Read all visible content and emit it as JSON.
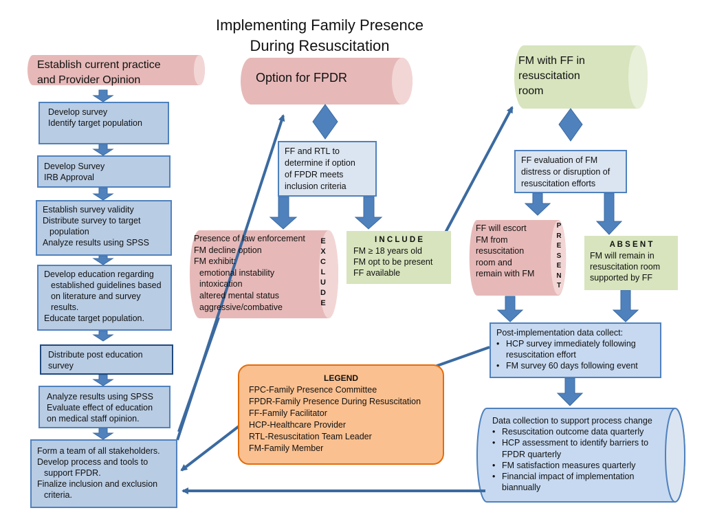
{
  "title": {
    "line1": "Implementing Family Presence",
    "line2": "During Resuscitation"
  },
  "left_flow": {
    "header": {
      "line1": "Establish current practice",
      "line2": "and Provider Opinion"
    },
    "step1": [
      "Develop survey",
      "Identify target population"
    ],
    "step2": [
      "Develop Survey",
      "IRB Approval"
    ],
    "step3": [
      "Establish survey validity",
      "Distribute survey to target",
      "population",
      "Analyze results using SPSS"
    ],
    "step4": [
      "Develop education regarding",
      "established guidelines based",
      "on literature and survey",
      "results.",
      "Educate target population."
    ],
    "step5": [
      "Distribute post education",
      "survey"
    ],
    "step6": [
      "Analyze results using SPSS",
      "Evaluate effect of education",
      "on medical staff opinion."
    ],
    "step7": [
      "Form a team of all stakeholders.",
      "Develop  process and tools to",
      "support FPDR.",
      "Finalize inclusion and  exclusion",
      "criteria."
    ]
  },
  "option": {
    "label": "Option for FPDR"
  },
  "determine": [
    "FF and RTL to",
    "determine if option",
    "of FPDR meets",
    "inclusion criteria"
  ],
  "exclude": {
    "lines": [
      "Presence of law enforcement",
      "FM decline option",
      "FM exhibit:",
      "emotional instability",
      "intoxication",
      "altered mental status",
      "aggressive/combative"
    ],
    "letters": [
      "E",
      "X",
      "C",
      "L",
      "U",
      "D",
      "E"
    ]
  },
  "include": {
    "heading": "I N C L U D E",
    "lines": [
      "FM ≥ 18 years old",
      "FM opt to be present",
      "FF available"
    ]
  },
  "ff_room": {
    "lines": [
      "FM with FF  in",
      "resuscitation",
      "room"
    ]
  },
  "evaluation": [
    "FF evaluation of FM",
    "distress  or disruption of",
    "resuscitation efforts"
  ],
  "present": {
    "lines": [
      "FF will escort",
      "FM from",
      "resuscitation",
      "room and",
      "remain with FM"
    ],
    "letters": [
      "P",
      "R",
      "E",
      "S",
      "E",
      "N",
      "T"
    ]
  },
  "absent": {
    "heading": "A B S E N T",
    "lines": [
      "FM will remain in",
      "resuscitation room",
      "supported by FF"
    ]
  },
  "post_impl": {
    "heading": "Post-implementation data collect:",
    "bullets": [
      "HCP survey  immediately following resuscitation effort",
      "FM survey 60 days following event"
    ]
  },
  "data_collection": {
    "heading": "Data collection to support process change",
    "bullets": [
      "Resuscitation outcome data quarterly",
      "HCP assessment to identify barriers to FPDR quarterly",
      "FM satisfaction measures quarterly",
      "Financial impact of implementation biannually"
    ]
  },
  "legend": {
    "title": "LEGEND",
    "items": [
      "FPC-Family Presence Committee",
      "FPDR-Family Presence During Resuscitation",
      "FF-Family Facilitator",
      "HCP-Healthcare Provider",
      "RTL-Resuscitation Team Leader",
      "FM-Family Member"
    ]
  },
  "colors": {
    "blue_fill": "#b8cce4",
    "blue_border": "#4f81bd",
    "arrow": "#3b6aa0",
    "pink": "#e6b9b8",
    "green": "#d7e4bd",
    "orange": "#fac090"
  }
}
